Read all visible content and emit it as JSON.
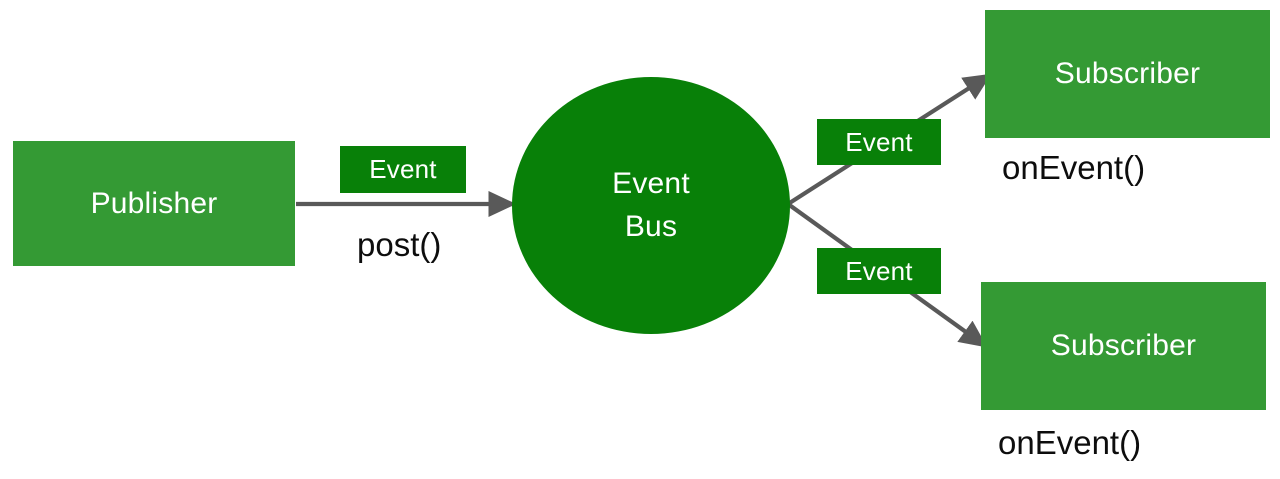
{
  "diagram": {
    "title": "Event Bus publish-subscribe diagram",
    "colors": {
      "box_green": "#349a34",
      "accent_green": "#088008",
      "arrow_gray": "#595959",
      "label_text": "#0d0d0d",
      "node_text": "#ffffff",
      "background": "#ffffff"
    },
    "nodes": {
      "publisher": {
        "label": "Publisher"
      },
      "event_bus": {
        "line1": "Event",
        "line2": "Bus"
      },
      "subscriber_top": {
        "label": "Subscriber"
      },
      "subscriber_bottom": {
        "label": "Subscriber"
      }
    },
    "chips": {
      "event_post": {
        "label": "Event"
      },
      "event_top": {
        "label": "Event"
      },
      "event_bottom": {
        "label": "Event"
      }
    },
    "captions": {
      "post": {
        "label": "post()"
      },
      "on_event_top": {
        "label": "onEvent()"
      },
      "on_event_bottom": {
        "label": "onEvent()"
      }
    },
    "edges": [
      {
        "name": "publisher-to-bus",
        "from": "publisher",
        "to": "event_bus",
        "label": "post()"
      },
      {
        "name": "bus-to-subscriber-top",
        "from": "event_bus",
        "to": "subscriber_top",
        "label": "Event"
      },
      {
        "name": "bus-to-subscriber-bottom",
        "from": "event_bus",
        "to": "subscriber_bottom",
        "label": "Event"
      }
    ]
  }
}
